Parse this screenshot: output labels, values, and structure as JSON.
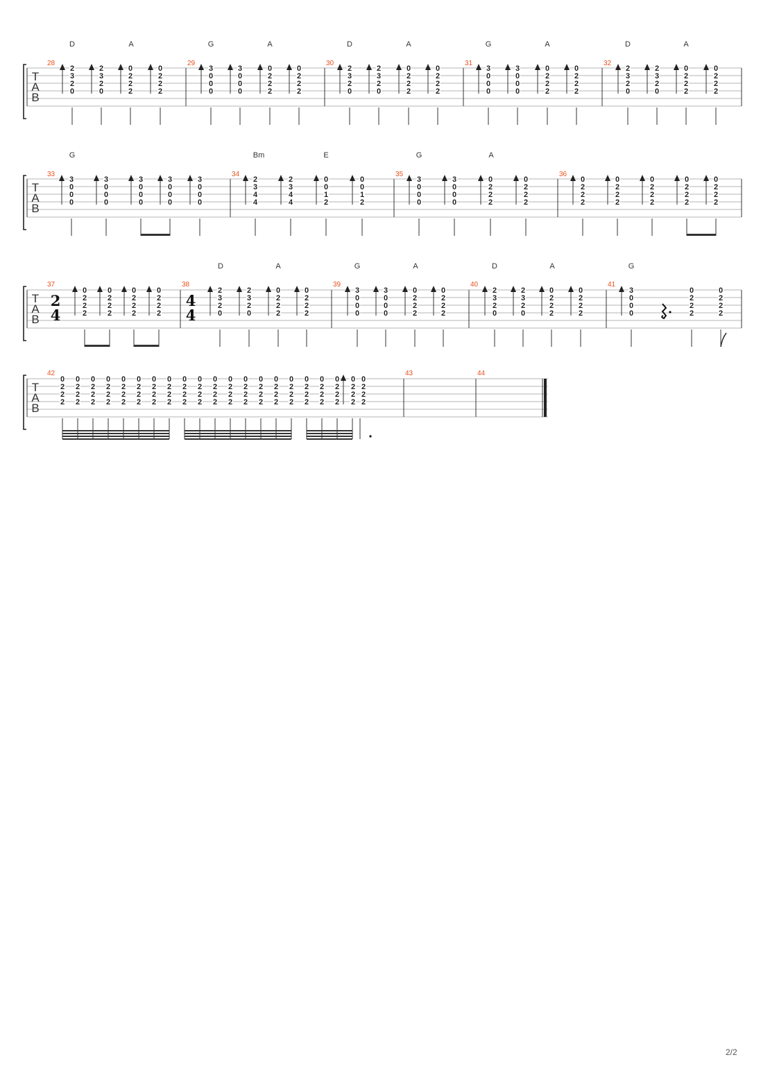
{
  "page": {
    "number": "2/2"
  },
  "tab_label": [
    "T",
    "A",
    "B"
  ],
  "systems": [
    {
      "tab_clef": true,
      "chords": [
        "D",
        "A",
        "G",
        "A",
        "D",
        "A",
        "G",
        "A",
        "D",
        "A"
      ],
      "measures": [
        {
          "number": "28",
          "beats": [
            {
              "frets": [
                "2",
                "3",
                "2",
                "0"
              ],
              "stroke": "up"
            },
            {
              "frets": [
                "2",
                "3",
                "2",
                "0"
              ],
              "stroke": "up"
            },
            {
              "frets": [
                "0",
                "2",
                "2",
                "2"
              ],
              "stroke": "up"
            },
            {
              "frets": [
                "0",
                "2",
                "2",
                "2"
              ],
              "stroke": "up"
            }
          ]
        },
        {
          "number": "29",
          "beats": [
            {
              "frets": [
                "3",
                "0",
                "0",
                "0"
              ],
              "stroke": "up"
            },
            {
              "frets": [
                "3",
                "0",
                "0",
                "0"
              ],
              "stroke": "up"
            },
            {
              "frets": [
                "0",
                "2",
                "2",
                "2"
              ],
              "stroke": "up"
            },
            {
              "frets": [
                "0",
                "2",
                "2",
                "2"
              ],
              "stroke": "up"
            }
          ]
        },
        {
          "number": "30",
          "beats": [
            {
              "frets": [
                "2",
                "3",
                "2",
                "0"
              ],
              "stroke": "up"
            },
            {
              "frets": [
                "2",
                "3",
                "2",
                "0"
              ],
              "stroke": "up"
            },
            {
              "frets": [
                "0",
                "2",
                "2",
                "2"
              ],
              "stroke": "up"
            },
            {
              "frets": [
                "0",
                "2",
                "2",
                "2"
              ],
              "stroke": "up"
            }
          ]
        },
        {
          "number": "31",
          "beats": [
            {
              "frets": [
                "3",
                "0",
                "0",
                "0"
              ],
              "stroke": "up"
            },
            {
              "frets": [
                "3",
                "0",
                "0",
                "0"
              ],
              "stroke": "up"
            },
            {
              "frets": [
                "0",
                "2",
                "2",
                "2"
              ],
              "stroke": "up"
            },
            {
              "frets": [
                "0",
                "2",
                "2",
                "2"
              ],
              "stroke": "up"
            }
          ]
        },
        {
          "number": "32",
          "beats": [
            {
              "frets": [
                "2",
                "3",
                "2",
                "0"
              ],
              "stroke": "up"
            },
            {
              "frets": [
                "2",
                "3",
                "2",
                "0"
              ],
              "stroke": "up"
            },
            {
              "frets": [
                "0",
                "2",
                "2",
                "2"
              ],
              "stroke": "up"
            },
            {
              "frets": [
                "0",
                "2",
                "2",
                "2"
              ],
              "stroke": "up"
            }
          ]
        }
      ]
    },
    {
      "tab_clef": true,
      "chords": [
        "G",
        "Bm",
        "E",
        "G",
        "A"
      ],
      "measures": [
        {
          "number": "33",
          "beats": [
            {
              "frets": [
                "3",
                "0",
                "0",
                "0"
              ],
              "stroke": "up"
            },
            {
              "frets": [
                "3",
                "0",
                "0",
                "0"
              ],
              "stroke": "up"
            },
            {
              "frets": [
                "3",
                "0",
                "0",
                "0"
              ],
              "stroke": "up",
              "beam": "eighth"
            },
            {
              "frets": [
                "3",
                "0",
                "0",
                "0"
              ],
              "stroke": "up",
              "beam": "eighth"
            },
            {
              "frets": [
                "3",
                "0",
                "0",
                "0"
              ],
              "stroke": "up"
            }
          ]
        },
        {
          "number": "34",
          "beats": [
            {
              "frets": [
                "2",
                "3",
                "4",
                "4"
              ],
              "stroke": "up"
            },
            {
              "frets": [
                "2",
                "3",
                "4",
                "4"
              ],
              "stroke": "up"
            },
            {
              "frets": [
                "0",
                "0",
                "1",
                "2"
              ],
              "stroke": "up"
            },
            {
              "frets": [
                "0",
                "0",
                "1",
                "2"
              ],
              "stroke": "up"
            }
          ]
        },
        {
          "number": "35",
          "beats": [
            {
              "frets": [
                "3",
                "0",
                "0",
                "0"
              ],
              "stroke": "up"
            },
            {
              "frets": [
                "3",
                "0",
                "0",
                "0"
              ],
              "stroke": "up"
            },
            {
              "frets": [
                "0",
                "2",
                "2",
                "2"
              ],
              "stroke": "up"
            },
            {
              "frets": [
                "0",
                "2",
                "2",
                "2"
              ],
              "stroke": "up"
            }
          ]
        },
        {
          "number": "36",
          "beats": [
            {
              "frets": [
                "0",
                "2",
                "2",
                "2"
              ],
              "stroke": "up"
            },
            {
              "frets": [
                "0",
                "2",
                "2",
                "2"
              ],
              "stroke": "up"
            },
            {
              "frets": [
                "0",
                "2",
                "2",
                "2"
              ],
              "stroke": "up"
            },
            {
              "frets": [
                "0",
                "2",
                "2",
                "2"
              ],
              "stroke": "up",
              "beam": "eighth"
            },
            {
              "frets": [
                "0",
                "2",
                "2",
                "2"
              ],
              "stroke": "up",
              "beam": "eighth"
            }
          ]
        }
      ]
    },
    {
      "tab_clef": true,
      "chords": [
        "D",
        "A",
        "G",
        "A",
        "D",
        "A",
        "G"
      ],
      "measures": [
        {
          "number": "37",
          "time_signature": [
            "2",
            "4"
          ],
          "beats": [
            {
              "frets": [
                "0",
                "2",
                "2",
                "2"
              ],
              "stroke": "up",
              "beam": "eighth"
            },
            {
              "frets": [
                "0",
                "2",
                "2",
                "2"
              ],
              "stroke": "up",
              "beam": "eighth"
            },
            {
              "frets": [
                "0",
                "2",
                "2",
                "2"
              ],
              "stroke": "up",
              "beam": "eighth"
            },
            {
              "frets": [
                "0",
                "2",
                "2",
                "2"
              ],
              "stroke": "up",
              "beam": "eighth"
            }
          ]
        },
        {
          "number": "38",
          "time_signature": [
            "4",
            "4"
          ],
          "beats": [
            {
              "frets": [
                "2",
                "3",
                "2",
                "0"
              ],
              "stroke": "up"
            },
            {
              "frets": [
                "2",
                "3",
                "2",
                "0"
              ],
              "stroke": "up"
            },
            {
              "frets": [
                "0",
                "2",
                "2",
                "2"
              ],
              "stroke": "up"
            },
            {
              "frets": [
                "0",
                "2",
                "2",
                "2"
              ],
              "stroke": "up"
            }
          ]
        },
        {
          "number": "39",
          "beats": [
            {
              "frets": [
                "3",
                "0",
                "0",
                "0"
              ],
              "stroke": "up"
            },
            {
              "frets": [
                "3",
                "0",
                "0",
                "0"
              ],
              "stroke": "up"
            },
            {
              "frets": [
                "0",
                "2",
                "2",
                "2"
              ],
              "stroke": "up"
            },
            {
              "frets": [
                "0",
                "2",
                "2",
                "2"
              ],
              "stroke": "up"
            }
          ]
        },
        {
          "number": "40",
          "beats": [
            {
              "frets": [
                "2",
                "3",
                "2",
                "0"
              ],
              "stroke": "up"
            },
            {
              "frets": [
                "2",
                "3",
                "2",
                "0"
              ],
              "stroke": "up"
            },
            {
              "frets": [
                "0",
                "2",
                "2",
                "2"
              ],
              "stroke": "up"
            },
            {
              "frets": [
                "0",
                "2",
                "2",
                "2"
              ],
              "stroke": "up"
            }
          ]
        },
        {
          "number": "41",
          "beats": [
            {
              "frets": [
                "3",
                "0",
                "0",
                "0"
              ],
              "stroke": "up"
            },
            {
              "rest": "dotted-quarter"
            },
            {
              "frets": [
                "0",
                "2",
                "2",
                "2"
              ],
              "stroke": "none"
            },
            {
              "frets": [
                "0",
                "2",
                "2",
                "2"
              ],
              "stroke": "none",
              "flag": "eighth"
            }
          ]
        }
      ]
    },
    {
      "tab_clef": true,
      "chords": [],
      "measures": [
        {
          "number": "42",
          "tremolo_groups": 3,
          "beats": [
            {
              "frets": [
                "0",
                "2",
                "2",
                "2"
              ]
            },
            {
              "frets": [
                "0",
                "2",
                "2",
                "2"
              ]
            },
            {
              "frets": [
                "0",
                "2",
                "2",
                "2"
              ]
            },
            {
              "frets": [
                "0",
                "2",
                "2",
                "2"
              ]
            },
            {
              "frets": [
                "0",
                "2",
                "2",
                "2"
              ]
            },
            {
              "frets": [
                "0",
                "2",
                "2",
                "2"
              ]
            },
            {
              "frets": [
                "0",
                "2",
                "2",
                "2"
              ]
            },
            {
              "frets": [
                "0",
                "2",
                "2",
                "2"
              ]
            },
            {
              "frets": [
                "0",
                "2",
                "2",
                "2"
              ]
            },
            {
              "frets": [
                "0",
                "2",
                "2",
                "2"
              ]
            },
            {
              "frets": [
                "0",
                "2",
                "2",
                "2"
              ]
            },
            {
              "frets": [
                "0",
                "2",
                "2",
                "2"
              ]
            },
            {
              "frets": [
                "0",
                "2",
                "2",
                "2"
              ]
            },
            {
              "frets": [
                "0",
                "2",
                "2",
                "2"
              ]
            },
            {
              "frets": [
                "0",
                "2",
                "2",
                "2"
              ]
            },
            {
              "frets": [
                "0",
                "2",
                "2",
                "2"
              ]
            },
            {
              "frets": [
                "0",
                "2",
                "2",
                "2"
              ]
            },
            {
              "frets": [
                "0",
                "2",
                "2",
                "2"
              ]
            },
            {
              "frets": [
                "0",
                "2",
                "2",
                "2"
              ]
            },
            {
              "frets": [
                "0",
                "2",
                "2",
                "2"
              ]
            },
            {
              "frets": [
                "0",
                "2",
                "2",
                "2"
              ],
              "stroke": "up"
            },
            {
              "frets": [
                "0",
                "2",
                "2",
                "2"
              ],
              "dotted": true
            }
          ]
        },
        {
          "number": "43",
          "beats": []
        },
        {
          "number": "44",
          "beats": [],
          "final_barline": true
        }
      ]
    }
  ]
}
